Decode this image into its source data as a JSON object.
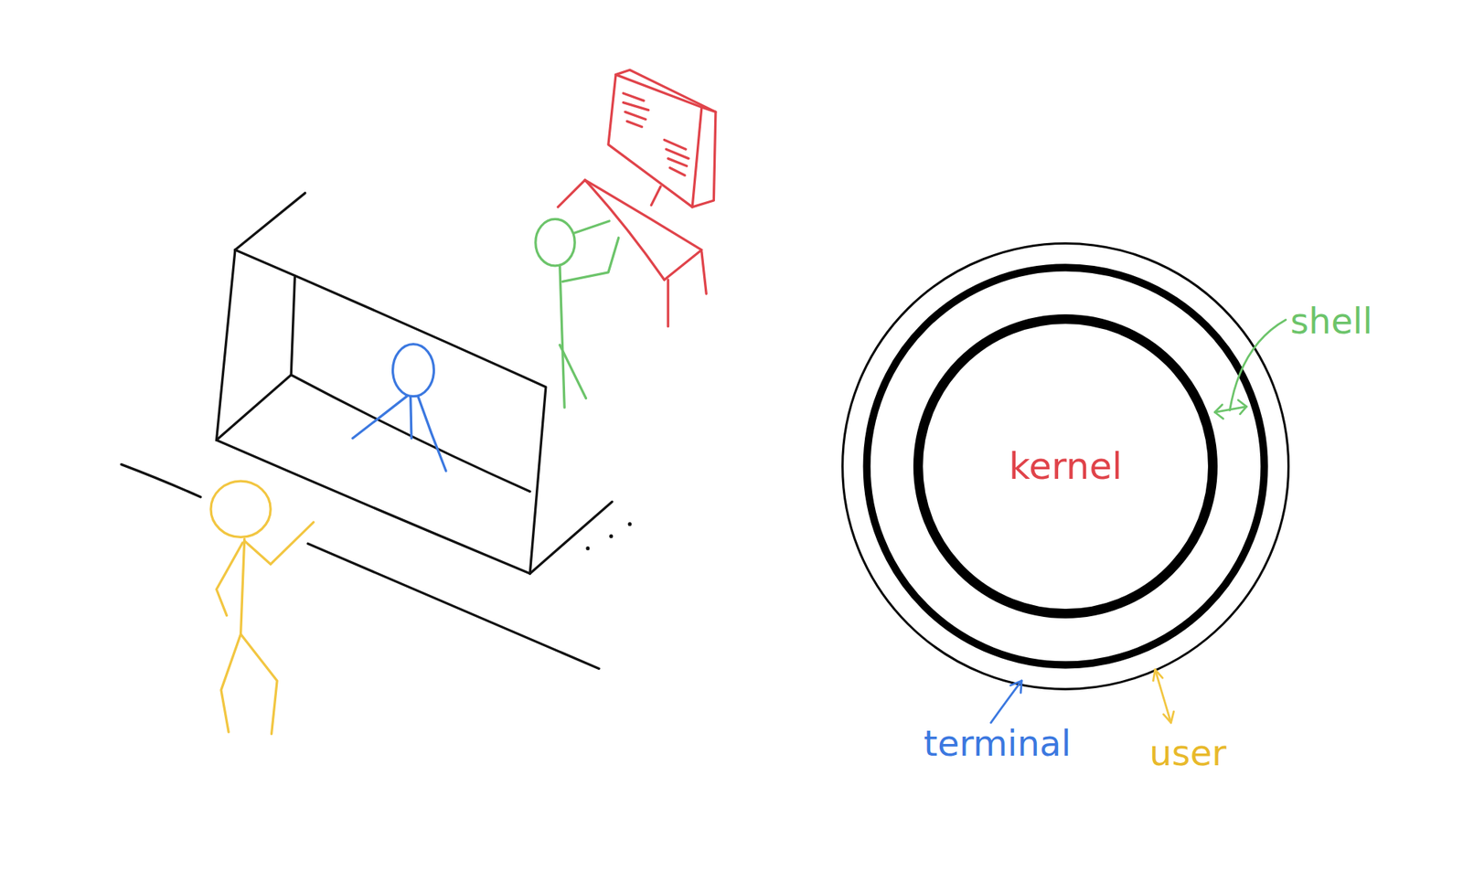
{
  "diagram": {
    "nodes": [
      {
        "text": [
          "kernel"
        ]
      }
    ],
    "labels": [
      "shell",
      "terminal",
      "user"
    ]
  }
}
